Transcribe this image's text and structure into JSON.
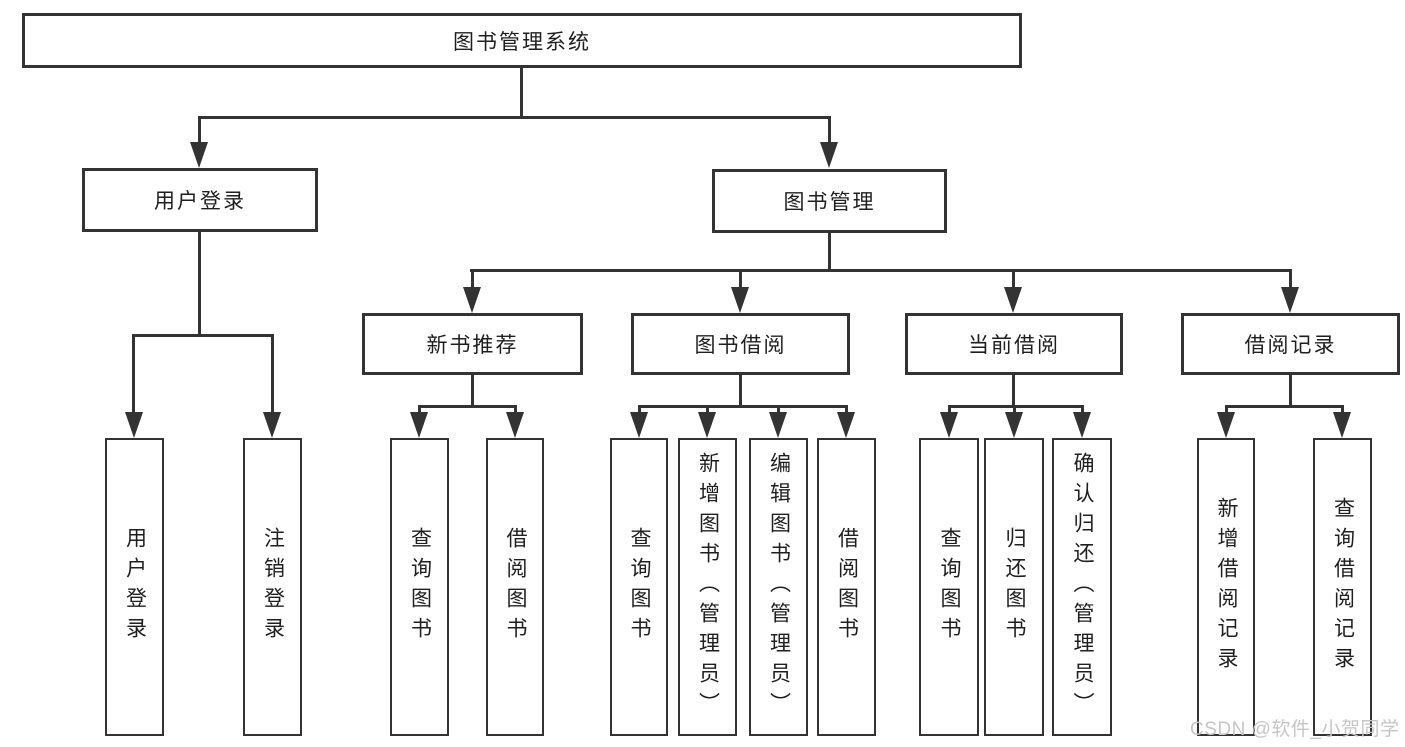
{
  "diagram": {
    "background": "#ffffff",
    "line_color": "#333333",
    "text_color": "#1f1f1f",
    "type": "hierarchy-tree"
  },
  "nodes": {
    "root": {
      "label": "图书管理系统"
    },
    "user_login": {
      "label": "用户登录",
      "children": {
        "login": {
          "label": "用户登录"
        },
        "logout": {
          "label": "注销登录"
        }
      }
    },
    "book_mgmt": {
      "label": "图书管理",
      "children": {
        "new_book_rec": {
          "label": "新书推荐",
          "children": {
            "query_books": {
              "label": "查询图书"
            },
            "borrow_books": {
              "label": "借阅图书"
            }
          }
        },
        "book_borrow": {
          "label": "图书借阅",
          "children": {
            "query_books": {
              "label": "查询图书"
            },
            "add_books_admin": {
              "label": "新增图书（管理员）"
            },
            "edit_books_admin": {
              "label": "编辑图书（管理员）"
            },
            "borrow_books": {
              "label": "借阅图书"
            }
          }
        },
        "current_borrow": {
          "label": "当前借阅",
          "children": {
            "query_books": {
              "label": "查询图书"
            },
            "return_books": {
              "label": "归还图书"
            },
            "confirm_return_admin": {
              "label": "确认归还（管理员）"
            }
          }
        },
        "borrow_record": {
          "label": "借阅记录",
          "children": {
            "add_borrow_record": {
              "label": "新增借阅记录"
            },
            "query_borrow_record": {
              "label": "查询借阅记录"
            }
          }
        }
      }
    }
  },
  "watermark": {
    "text": "CSDN @软件_小贺同学",
    "color": "#c6c6c6"
  }
}
